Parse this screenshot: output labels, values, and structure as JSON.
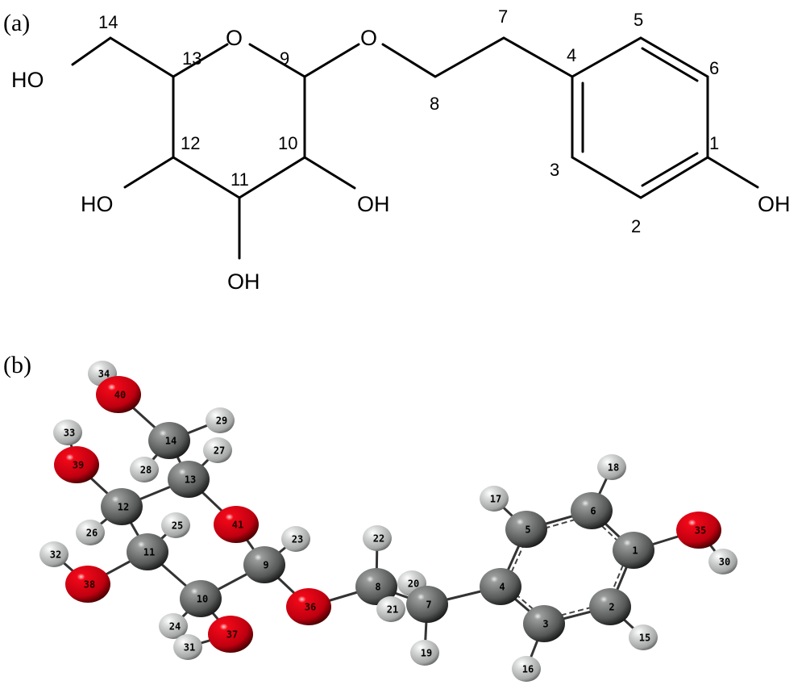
{
  "panel_a": {
    "label": "(a)",
    "groups": {
      "ring_o": "O",
      "ether_o": "O",
      "ho_14": "HO",
      "ho_12": "HO",
      "oh_10": "OH",
      "oh_11": "OH",
      "oh_1": "OH"
    },
    "numbers": {
      "n14": "14",
      "n13": "13",
      "n9": "9",
      "n12": "12",
      "n10": "10",
      "n11": "11",
      "n7": "7",
      "n8": "8",
      "n4": "4",
      "n5": "5",
      "n6": "6",
      "n1": "1",
      "n2": "2",
      "n3": "3"
    }
  },
  "panel_b": {
    "label": "(b)",
    "atoms": [
      {
        "id": "34",
        "el": "H"
      },
      {
        "id": "40",
        "el": "O"
      },
      {
        "id": "29",
        "el": "H"
      },
      {
        "id": "14",
        "el": "C"
      },
      {
        "id": "27",
        "el": "H"
      },
      {
        "id": "33",
        "el": "H"
      },
      {
        "id": "39",
        "el": "O"
      },
      {
        "id": "28",
        "el": "H"
      },
      {
        "id": "13",
        "el": "C"
      },
      {
        "id": "12",
        "el": "C"
      },
      {
        "id": "41",
        "el": "O"
      },
      {
        "id": "26",
        "el": "H"
      },
      {
        "id": "25",
        "el": "H"
      },
      {
        "id": "11",
        "el": "C"
      },
      {
        "id": "23",
        "el": "H"
      },
      {
        "id": "9",
        "el": "C"
      },
      {
        "id": "32",
        "el": "H"
      },
      {
        "id": "38",
        "el": "O"
      },
      {
        "id": "24",
        "el": "H"
      },
      {
        "id": "10",
        "el": "C"
      },
      {
        "id": "31",
        "el": "H"
      },
      {
        "id": "37",
        "el": "O"
      },
      {
        "id": "36",
        "el": "O"
      },
      {
        "id": "22",
        "el": "H"
      },
      {
        "id": "20",
        "el": "H"
      },
      {
        "id": "8",
        "el": "C"
      },
      {
        "id": "21",
        "el": "H"
      },
      {
        "id": "19",
        "el": "H"
      },
      {
        "id": "7",
        "el": "C"
      },
      {
        "id": "18",
        "el": "H"
      },
      {
        "id": "17",
        "el": "H"
      },
      {
        "id": "6",
        "el": "C"
      },
      {
        "id": "5",
        "el": "C"
      },
      {
        "id": "4",
        "el": "C"
      },
      {
        "id": "16",
        "el": "H"
      },
      {
        "id": "15",
        "el": "H"
      },
      {
        "id": "3",
        "el": "C"
      },
      {
        "id": "2",
        "el": "C"
      },
      {
        "id": "1",
        "el": "C"
      },
      {
        "id": "35",
        "el": "O"
      },
      {
        "id": "30",
        "el": "H"
      }
    ],
    "bonds": [
      [
        "34",
        "40"
      ],
      [
        "40",
        "14"
      ],
      [
        "14",
        "29"
      ],
      [
        "14",
        "28"
      ],
      [
        "14",
        "13"
      ],
      [
        "13",
        "27"
      ],
      [
        "13",
        "12"
      ],
      [
        "13",
        "41"
      ],
      [
        "33",
        "39"
      ],
      [
        "39",
        "12"
      ],
      [
        "12",
        "26"
      ],
      [
        "12",
        "11"
      ],
      [
        "11",
        "25"
      ],
      [
        "11",
        "38"
      ],
      [
        "38",
        "32"
      ],
      [
        "11",
        "10"
      ],
      [
        "10",
        "24"
      ],
      [
        "10",
        "37"
      ],
      [
        "37",
        "31"
      ],
      [
        "10",
        "9"
      ],
      [
        "9",
        "41"
      ],
      [
        "9",
        "23"
      ],
      [
        "9",
        "36"
      ],
      [
        "36",
        "8"
      ],
      [
        "8",
        "22"
      ],
      [
        "8",
        "21"
      ],
      [
        "8",
        "7"
      ],
      [
        "7",
        "20"
      ],
      [
        "7",
        "19"
      ],
      [
        "7",
        "4"
      ],
      [
        "4",
        "5"
      ],
      [
        "5",
        "17"
      ],
      [
        "5",
        "6"
      ],
      [
        "6",
        "18"
      ],
      [
        "6",
        "1"
      ],
      [
        "1",
        "2"
      ],
      [
        "1",
        "35"
      ],
      [
        "35",
        "30"
      ],
      [
        "2",
        "15"
      ],
      [
        "2",
        "3"
      ],
      [
        "3",
        "16"
      ],
      [
        "3",
        "4"
      ]
    ],
    "aromatic_bonds": [
      [
        "4",
        "5"
      ],
      [
        "5",
        "6"
      ],
      [
        "6",
        "1"
      ],
      [
        "1",
        "2"
      ],
      [
        "2",
        "3"
      ],
      [
        "3",
        "4"
      ]
    ],
    "colors": {
      "C": "#6e7170",
      "O": "#d90010",
      "H": "#c9ccca"
    }
  }
}
